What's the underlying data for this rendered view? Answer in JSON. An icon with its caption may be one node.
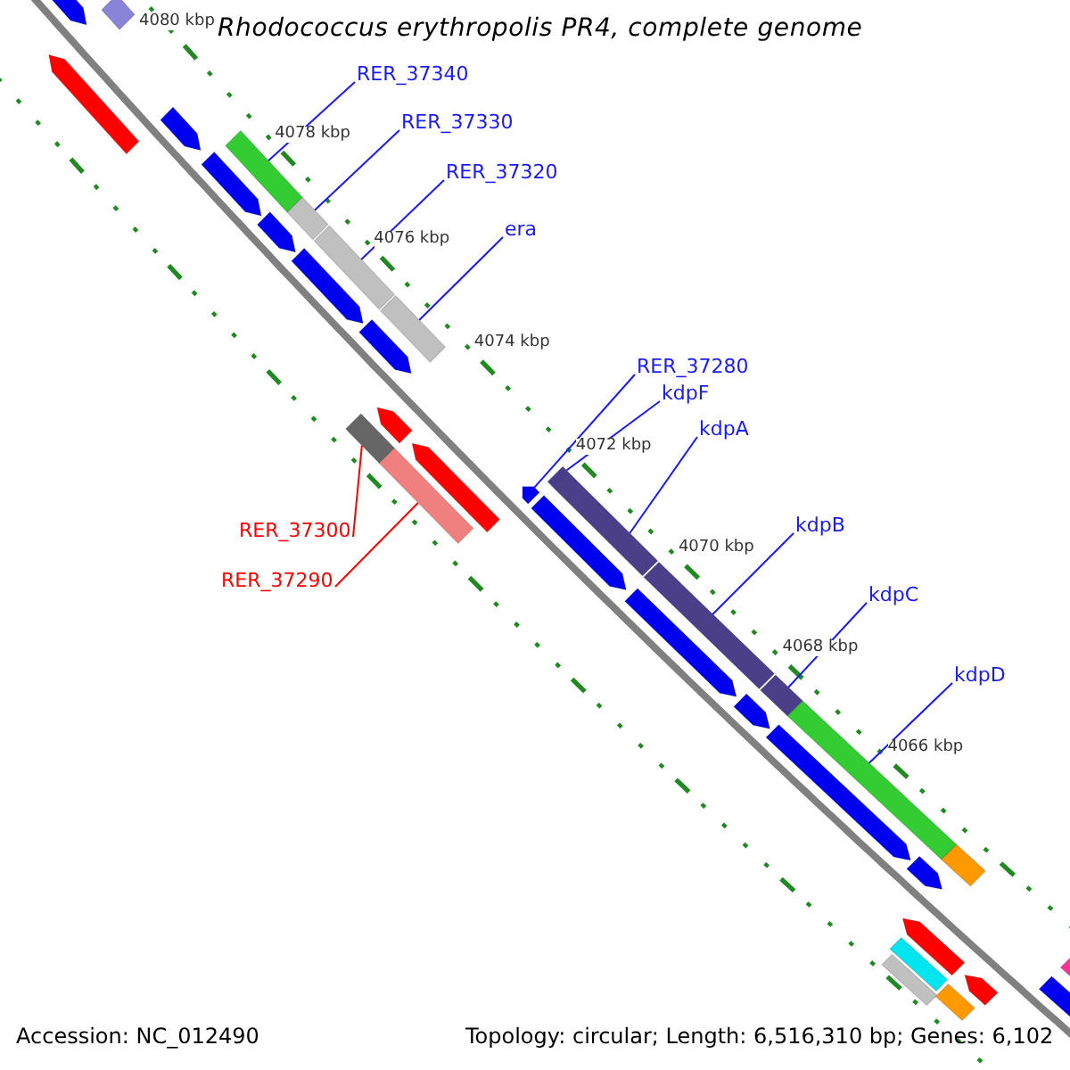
{
  "diagram": {
    "title": "Rhodococcus erythropolis PR4, complete genome",
    "nodes": [
      {
        "text": [
          "RER_37340"
        ]
      },
      {
        "text": [
          "RER_37330"
        ]
      },
      {
        "text": [
          "RER_37320"
        ]
      },
      {
        "text": [
          "era"
        ]
      },
      {
        "text": [
          "RER_37280"
        ]
      },
      {
        "text": [
          "kdpF"
        ]
      },
      {
        "text": [
          "kdpA"
        ]
      },
      {
        "text": [
          "kdpB"
        ]
      },
      {
        "text": [
          "RER_37300"
        ]
      },
      {
        "text": [
          "RER_37290"
        ]
      },
      {
        "text": [
          "kdpC"
        ]
      },
      {
        "text": [
          "kdpD"
        ]
      },
      {
        "text": [],
        "shape": "arrow"
      },
      {
        "text": [],
        "shape": "arrow"
      },
      {
        "text": [],
        "shape": "bar"
      },
      {
        "text": [],
        "shape": "arrow"
      },
      {
        "text": [],
        "shape": "arrow"
      },
      {
        "text": [],
        "shape": "bar"
      },
      {
        "text": [],
        "shape": "arrow"
      },
      {
        "text": [],
        "shape": "bar"
      },
      {
        "text": [],
        "shape": "arrow"
      },
      {
        "text": [],
        "shape": "bar"
      },
      {
        "text": [],
        "shape": "arrow"
      },
      {
        "text": [],
        "shape": "bar"
      },
      {
        "text": [],
        "shape": "bar"
      },
      {
        "text": [],
        "shape": "arrow"
      },
      {
        "text": [],
        "shape": "bar"
      },
      {
        "text": [],
        "shape": "arrow"
      },
      {
        "text": [],
        "shape": "arrow"
      },
      {
        "text": [],
        "shape": "bar"
      },
      {
        "text": [],
        "shape": "arrow"
      },
      {
        "text": [],
        "shape": "bar"
      },
      {
        "text": [],
        "shape": "bar"
      },
      {
        "text": [],
        "shape": "arrow"
      },
      {
        "text": [],
        "shape": "arrow"
      },
      {
        "text": [],
        "shape": "bar"
      },
      {
        "text": [],
        "shape": "bar"
      },
      {
        "text": [],
        "shape": "arrow"
      },
      {
        "text": [],
        "shape": "arrow"
      },
      {
        "text": [],
        "shape": "bar"
      },
      {
        "text": [],
        "shape": "arrow"
      },
      {
        "text": [],
        "shape": "bar"
      },
      {
        "text": [],
        "shape": "bar"
      },
      {
        "text": [],
        "shape": "bar"
      },
      {
        "text": [],
        "shape": "arrow"
      },
      {
        "text": [],
        "shape": "arrow"
      },
      {
        "text": [],
        "shape": "bar"
      }
    ],
    "edges": [
      {
        "from": 0,
        "to": 17,
        "arrow": "none"
      },
      {
        "from": 1,
        "to": 19,
        "arrow": "none"
      },
      {
        "from": 2,
        "to": 21,
        "arrow": "none"
      },
      {
        "from": 3,
        "to": 23,
        "arrow": "none"
      },
      {
        "from": 4,
        "to": 28,
        "arrow": "none"
      },
      {
        "from": 5,
        "to": 29,
        "arrow": "none"
      },
      {
        "from": 6,
        "to": 31,
        "arrow": "none"
      },
      {
        "from": 7,
        "to": 32,
        "arrow": "none"
      },
      {
        "from": 8,
        "to": 24,
        "arrow": "none",
        "color": "#ff0000"
      },
      {
        "from": 9,
        "to": 26,
        "arrow": "none",
        "color": "#ff0000"
      },
      {
        "from": 10,
        "to": 35,
        "arrow": "none"
      },
      {
        "from": 11,
        "to": 36,
        "arrow": "none"
      }
    ],
    "labels": [
      "4080 kbp",
      "4078 kbp",
      "4076 kbp",
      "4074 kbp",
      "4072 kbp",
      "4070 kbp",
      "4068 kbp",
      "4066 kbp",
      "Accession: NC_012490",
      "Topology: circular; Length: 6,516,310 bp; Genes: 6,102"
    ]
  }
}
